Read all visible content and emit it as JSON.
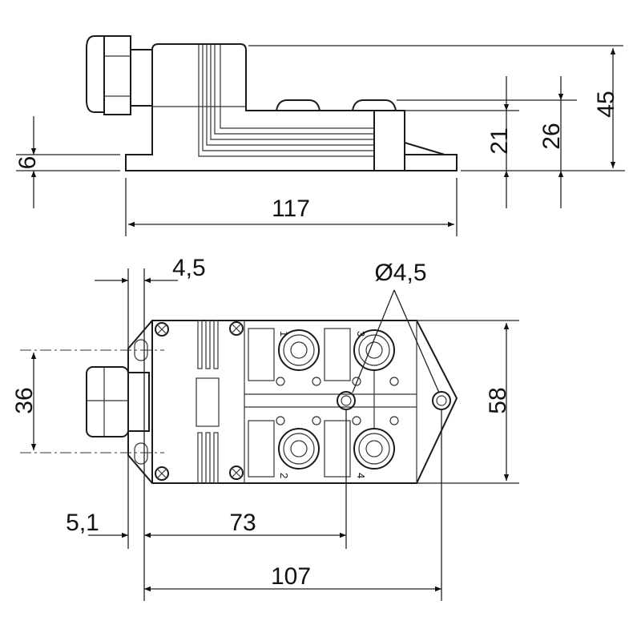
{
  "drawing": {
    "side_view": {
      "dimensions": {
        "length": "117",
        "base_height": "6",
        "port_height": "21",
        "port_top_height": "26",
        "total_height": "45"
      }
    },
    "top_view": {
      "dimensions": {
        "flange": "4,5",
        "hole_diameter": "Ø4,5",
        "hole_spacing": "36",
        "width": "58",
        "offset": "5,1",
        "hole_to_hole": "73",
        "overall_length": "107"
      },
      "ports": [
        "1",
        "2",
        "3",
        "4"
      ]
    }
  }
}
